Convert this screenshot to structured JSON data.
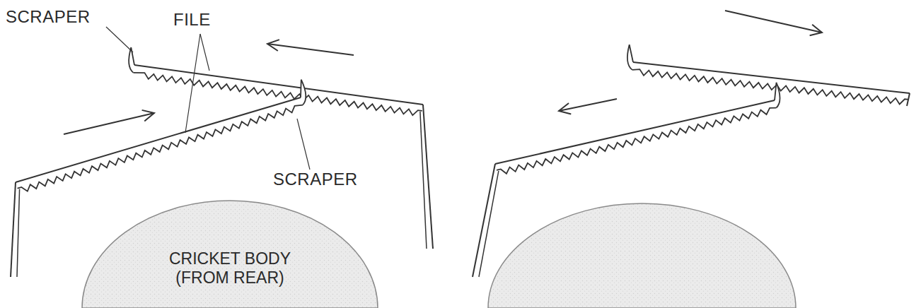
{
  "diagram": {
    "nodes": [
      {
        "text": [
          "CRICKET BODY (FROM REAR)"
        ]
      }
    ],
    "labels": [
      "SCRAPER",
      "FILE",
      "SCRAPER"
    ]
  }
}
